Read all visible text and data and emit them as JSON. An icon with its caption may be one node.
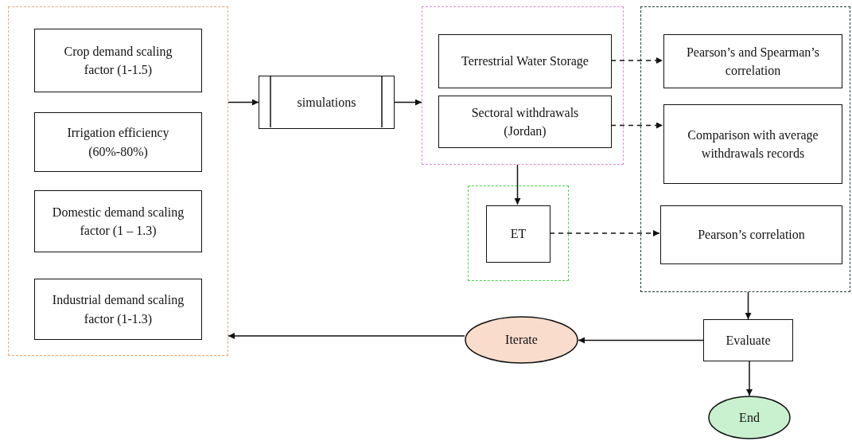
{
  "diagram": {
    "nodes": [
      {
        "text": [],
        "shape": "box"
      },
      {
        "text": [
          "Crop demand scaling factor (1-1.5)"
        ],
        "in": 0
      },
      {
        "text": [
          "Irrigation efficiency (60%-80%)"
        ],
        "in": 0
      },
      {
        "text": [
          "Domestic demand scaling factor (1 – 1.3)"
        ],
        "in": 0
      },
      {
        "text": [
          "Industrial demand scaling factor (1-1.3)"
        ],
        "in": 0
      },
      {
        "text": [
          "simulations"
        ]
      },
      {
        "text": [],
        "shape": "box"
      },
      {
        "text": [
          "Terrestrial Water Storage"
        ],
        "in": 6
      },
      {
        "text": [
          "Sectoral withdrawals (Jordan)"
        ],
        "in": 6
      },
      {
        "text": [],
        "shape": "box"
      },
      {
        "text": [
          "ET"
        ],
        "in": 9
      },
      {
        "text": [],
        "shape": "box"
      },
      {
        "text": [
          "Pearson’s and Spearman’s correlation"
        ],
        "in": 11
      },
      {
        "text": [
          "Comparison with average withdrawals records"
        ],
        "in": 11
      },
      {
        "text": [
          "Pearson’s correlation"
        ],
        "in": 11
      },
      {
        "text": [
          "Evaluate"
        ]
      },
      {
        "text": [
          "Iterate"
        ]
      },
      {
        "text": [
          "End"
        ]
      }
    ],
    "edges": [
      {
        "from": 0,
        "to": 5,
        "arrow": "to"
      },
      {
        "from": 5,
        "to": 6,
        "arrow": "to"
      },
      {
        "from": 7,
        "to": 12,
        "arrow": "to",
        "style": "dashed"
      },
      {
        "from": 8,
        "to": 13,
        "arrow": "to",
        "style": "dashed"
      },
      {
        "from": 10,
        "to": 14,
        "arrow": "to",
        "style": "dashed"
      },
      {
        "from": 6,
        "to": 10,
        "arrow": "to"
      },
      {
        "from": 11,
        "to": 15,
        "arrow": "to"
      },
      {
        "from": 15,
        "to": 16,
        "arrow": "to"
      },
      {
        "from": 16,
        "to": 0,
        "arrow": "to"
      },
      {
        "from": 15,
        "to": 17,
        "arrow": "to"
      }
    ]
  }
}
